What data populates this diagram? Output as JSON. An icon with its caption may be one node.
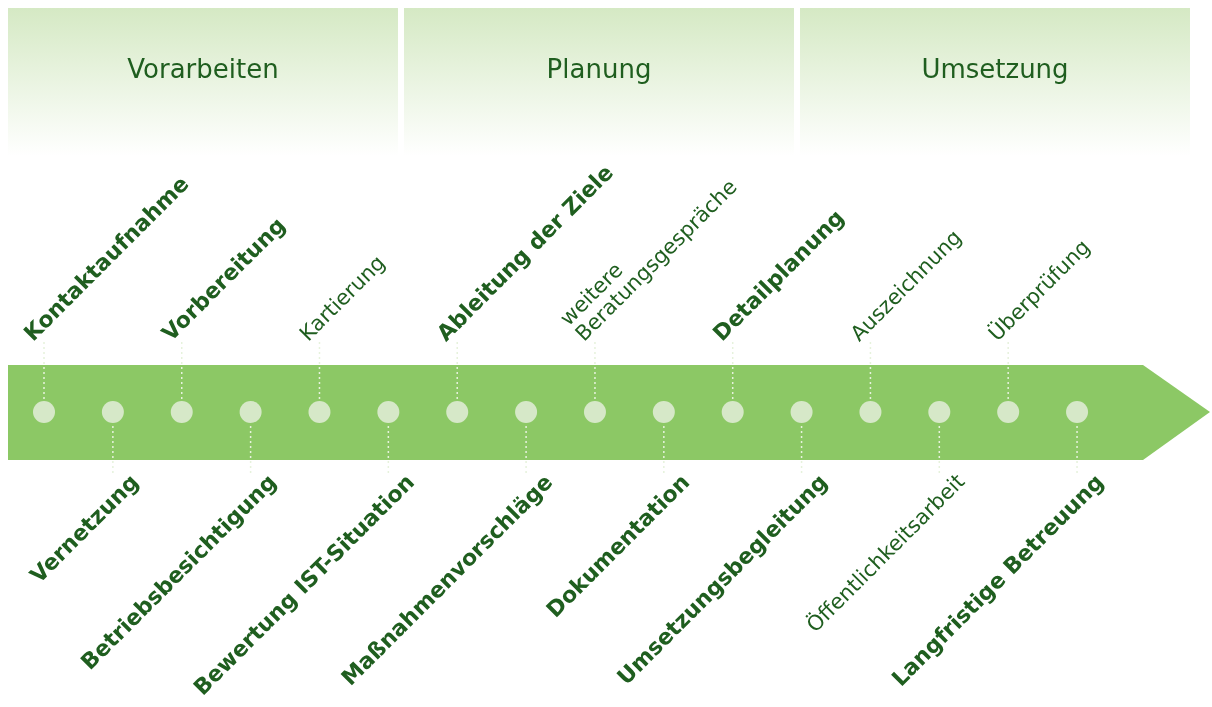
{
  "diagram": {
    "nodes": [
      {
        "text": [
          "Vorarbeiten"
        ]
      },
      {
        "text": [
          "Planung"
        ]
      },
      {
        "text": [
          "Umsetzung"
        ]
      },
      {
        "text": [
          "Kontaktaufnahme"
        ]
      },
      {
        "text": [
          "Vorbereitung"
        ]
      },
      {
        "text": [
          "Kartierung"
        ]
      },
      {
        "text": [
          "Ableitung der Ziele"
        ]
      },
      {
        "text": [
          "weitere Beratungsgespräche"
        ]
      },
      {
        "text": [
          "Detailplanung"
        ]
      },
      {
        "text": [
          "Auszeichnung"
        ]
      },
      {
        "text": [
          "Überprüfung"
        ]
      },
      {
        "text": [],
        "shape": "circle"
      },
      {
        "text": [],
        "shape": "circle"
      },
      {
        "text": [],
        "shape": "circle"
      },
      {
        "text": [],
        "shape": "circle"
      },
      {
        "text": [],
        "shape": "circle"
      },
      {
        "text": [],
        "shape": "circle"
      },
      {
        "text": [],
        "shape": "circle"
      },
      {
        "text": [],
        "shape": "circle"
      },
      {
        "text": [],
        "shape": "circle"
      },
      {
        "text": [],
        "shape": "circle"
      },
      {
        "text": [],
        "shape": "circle"
      },
      {
        "text": [],
        "shape": "circle"
      },
      {
        "text": [],
        "shape": "circle"
      },
      {
        "text": [],
        "shape": "circle"
      },
      {
        "text": [],
        "shape": "circle"
      },
      {
        "text": [],
        "shape": "circle"
      },
      {
        "text": [
          "Vernetzung"
        ]
      },
      {
        "text": [
          "Betriebsbesichtigung"
        ]
      },
      {
        "text": [
          "Bewertung IST-Situation"
        ]
      },
      {
        "text": [
          "Maßnahmenvorschläge"
        ]
      },
      {
        "text": [
          "Dokumentation"
        ]
      },
      {
        "text": [
          "Umsetzungsbegleitung"
        ]
      },
      {
        "text": [
          "Öffentlichkeitsarbeit"
        ]
      },
      {
        "text": [
          "Langfristige Betreuung"
        ]
      }
    ],
    "edges": [
      {
        "from": 3,
        "to": 11,
        "arrow": "none"
      },
      {
        "from": 4,
        "to": 13,
        "arrow": "none"
      },
      {
        "from": 5,
        "to": 15,
        "arrow": "none"
      },
      {
        "from": 6,
        "to": 17,
        "arrow": "none"
      },
      {
        "from": 7,
        "to": 19,
        "arrow": "none"
      },
      {
        "from": 8,
        "to": 21,
        "arrow": "none"
      },
      {
        "from": 9,
        "to": 23,
        "arrow": "none"
      },
      {
        "from": 10,
        "to": 25,
        "arrow": "none"
      },
      {
        "from": 27,
        "to": 12,
        "arrow": "none"
      },
      {
        "from": 28,
        "to": 14,
        "arrow": "none"
      },
      {
        "from": 29,
        "to": 16,
        "arrow": "none"
      },
      {
        "from": 30,
        "to": 18,
        "arrow": "none"
      },
      {
        "from": 31,
        "to": 20,
        "arrow": "none"
      },
      {
        "from": 32,
        "to": 22,
        "arrow": "none"
      },
      {
        "from": 33,
        "to": 24,
        "arrow": "none"
      },
      {
        "from": 34,
        "to": 26,
        "arrow": "none"
      }
    ]
  }
}
